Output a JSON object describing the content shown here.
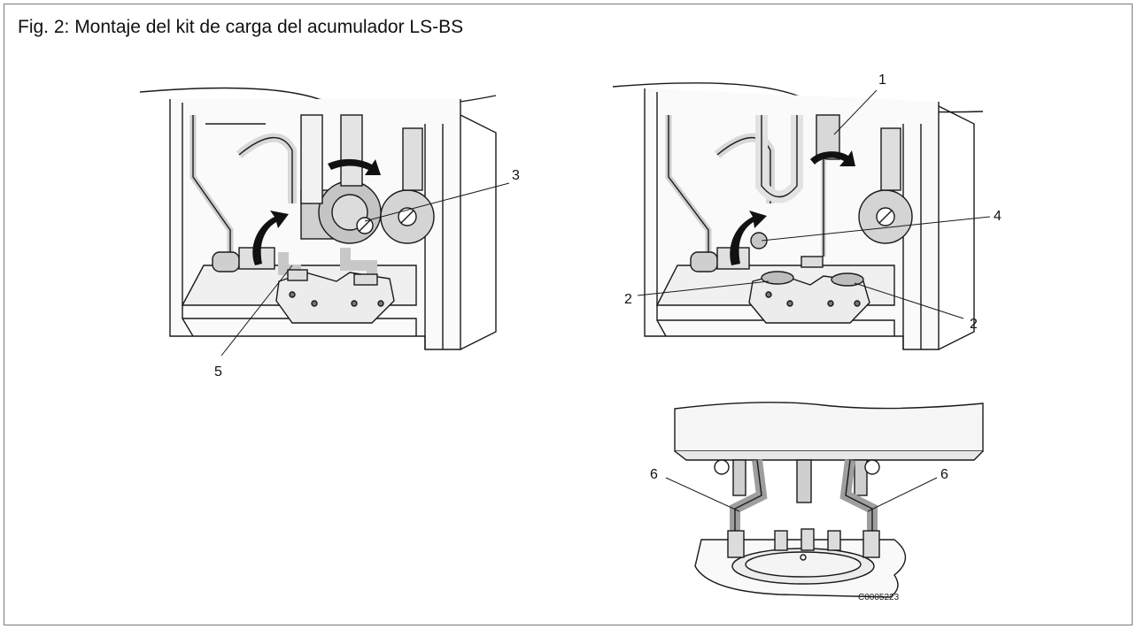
{
  "figure": {
    "title": "Fig. 2: Montaje del kit de carga del acumulador LS-BS",
    "reference_code": "C0005223"
  },
  "callouts": {
    "c1": "1",
    "c2a": "2",
    "c2b": "2",
    "c3": "3",
    "c4": "4",
    "c5": "5",
    "c6a": "6",
    "c6b": "6"
  },
  "colors": {
    "line": "#1a1a1a",
    "fill_light": "#e6e6e6",
    "fill_mid": "#bdbdbd",
    "arrow": "#111111"
  }
}
